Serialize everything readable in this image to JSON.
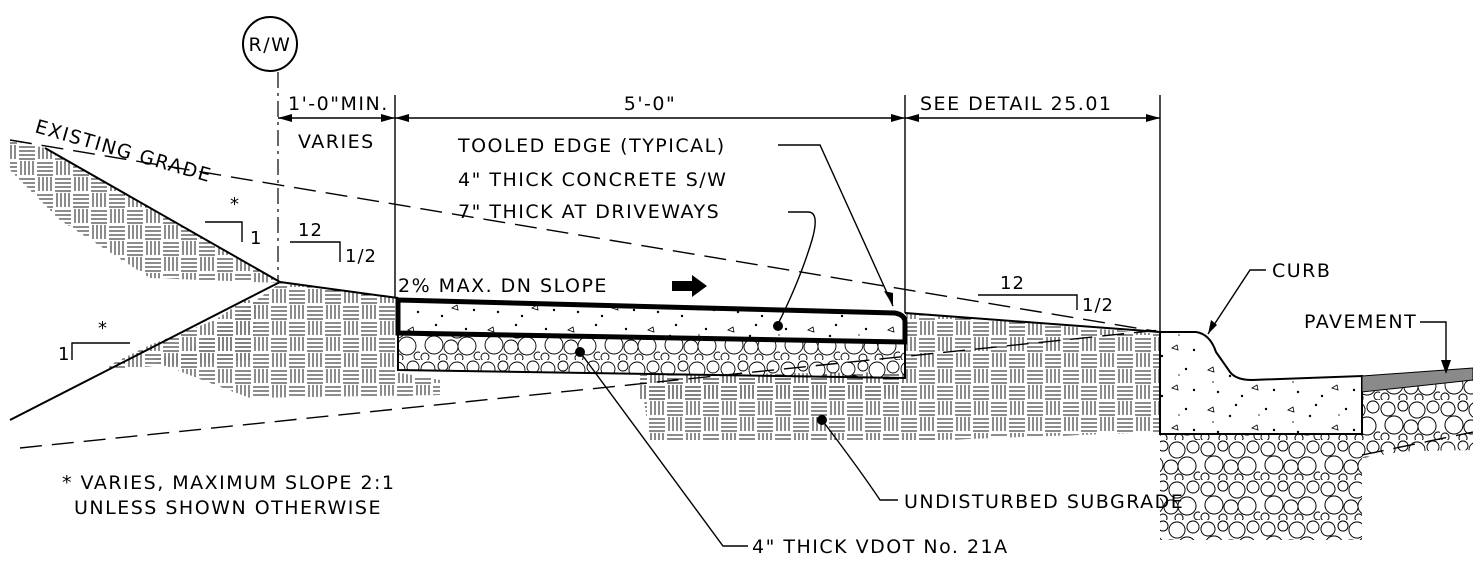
{
  "labels": {
    "rw": "R/W",
    "min_offset": "1'-0\"MIN.",
    "varies": "VARIES",
    "sidewalk_width": "5'-0\"",
    "see_detail": "SEE DETAIL 25.01",
    "existing_grade": "EXISTING GRADE",
    "tooled_edge": "TOOLED EDGE (TYPICAL)",
    "concrete_sw": "4\" THICK CONCRETE S/W",
    "driveways": "7\" THICK AT DRIVEWAYS",
    "slope_note": "2% MAX. DN SLOPE",
    "curb": "CURB",
    "pavement": "PAVEMENT",
    "undisturbed": "UNDISTURBED SUBGRADE",
    "vdot": "4\" THICK VDOT No. 21A",
    "footnote_line1": "* VARIES, MAXIMUM SLOPE 2:1",
    "footnote_line2": "UNLESS SHOWN OTHERWISE"
  },
  "slopes": {
    "cut_star": "*",
    "cut_one": "1",
    "fill_star": "*",
    "fill_one": "1",
    "left_run": "12",
    "left_rise": "1/2",
    "right_run": "12",
    "right_rise": "1/2"
  }
}
